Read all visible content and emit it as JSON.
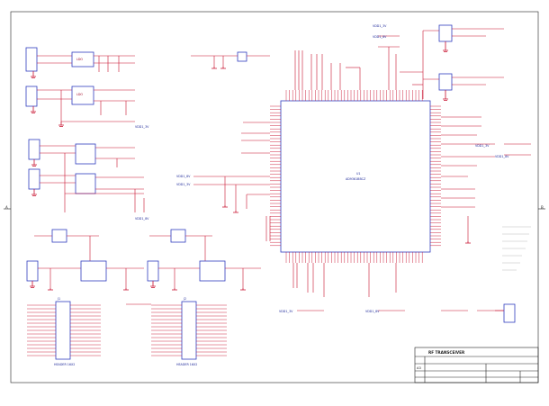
{
  "sheet": {
    "frame_markers": [
      "A",
      "B"
    ],
    "title_block": {
      "title": "RF TRANSCEIVER",
      "size": "A3",
      "rows": [
        "",
        "",
        ""
      ]
    }
  },
  "chip": {
    "designator": "U1",
    "part": "AD9361BBCZ"
  },
  "connectors": [
    {
      "designator": "J1",
      "part": "HEADER 16X2"
    },
    {
      "designator": "J2",
      "part": "HEADER 16X2"
    }
  ],
  "labels": {
    "vdd_1v3": "VDD1_3V",
    "vdd_1v8": "VDD1_8V",
    "gnd": "GND"
  },
  "notes_right": [
    "",
    "",
    "",
    "",
    "",
    ""
  ]
}
